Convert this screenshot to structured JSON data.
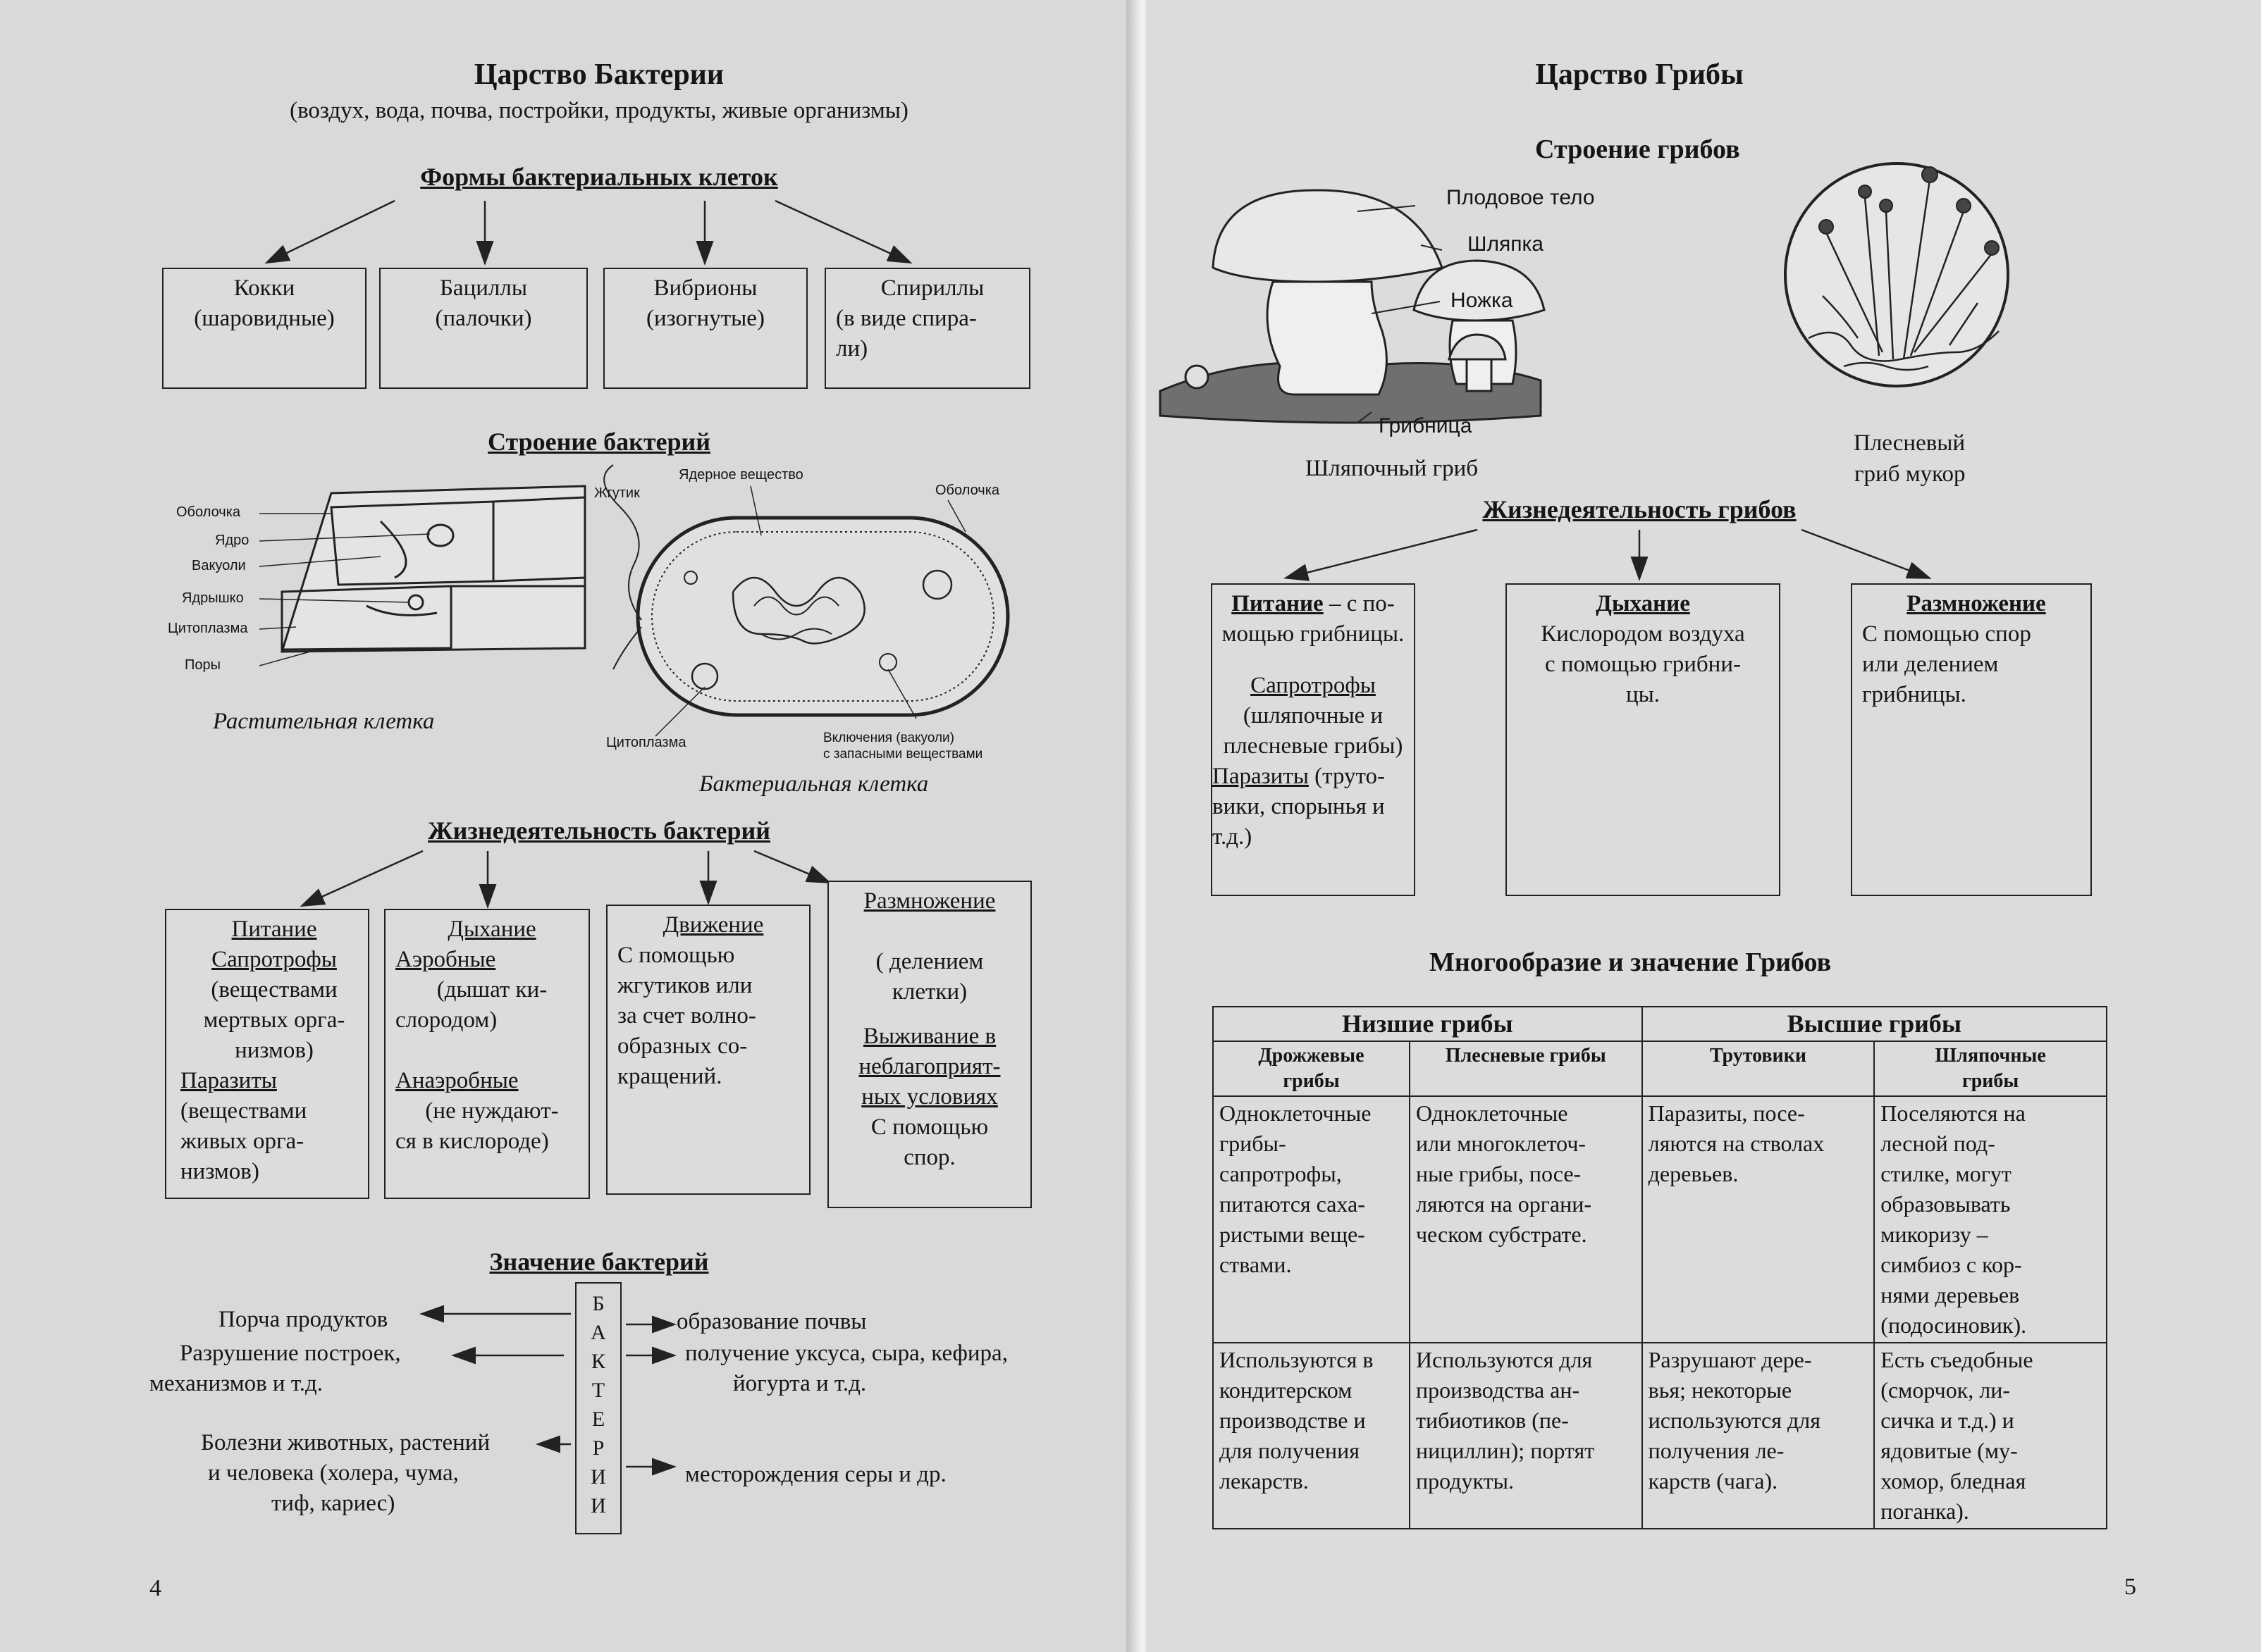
{
  "left": {
    "title": "Царство Бактерии",
    "subtitle": "(воздух, вода, почва, постройки, продукты, живые организмы)",
    "forms": {
      "heading": "Формы бактериальных клеток",
      "boxes": [
        {
          "l1": "Кокки",
          "l2": "(шаровидные)",
          "l3": ""
        },
        {
          "l1": "Бациллы",
          "l2": "(палочки)",
          "l3": ""
        },
        {
          "l1": "Вибрионы",
          "l2": "(изогнутые)",
          "l3": ""
        },
        {
          "l1": "Спириллы",
          "l2": "(в виде спира-",
          "l3": "ли)"
        }
      ]
    },
    "structure": {
      "heading": "Строение бактерий",
      "plant_labels": [
        "Оболочка",
        "Ядро",
        "Вакуоли",
        "Ядрышко",
        "Цитоплазма",
        "Поры"
      ],
      "plant_caption": "Растительная клетка",
      "bact_labels": {
        "flagellum": "Жгутик",
        "nuclear": "Ядерное вещество",
        "membrane": "Оболочка",
        "cytoplasm": "Цитоплазма",
        "incl1": "Включения (вакуоли)",
        "incl2": "с запасными веществами"
      },
      "bact_caption": "Бактериальная клетка"
    },
    "life": {
      "heading": "Жизнедеятельность бактерий",
      "nutrition": [
        "Питание",
        "Сапротрофы",
        "(веществами",
        "мертвых орга-",
        "низмов)",
        "Паразиты",
        "(веществами",
        "живых орга-",
        "низмов)"
      ],
      "respiration": [
        "Дыхание",
        "Аэробные",
        "(дышат ки-",
        "слородом)",
        "Анаэробные",
        "(не нуждают-",
        "ся в кислороде)"
      ],
      "movement": [
        "Движение",
        "С помощью",
        "жгутиков или",
        "за счет волно-",
        "образных со-",
        "кращений."
      ],
      "reproduction": [
        "Размножение",
        "( делением",
        "клетки)",
        "Выживание в",
        "неблагоприят-",
        "ных условиях",
        "С помощью",
        "спор."
      ]
    },
    "importance": {
      "heading": "Значение бактерий",
      "vertical": [
        "Б",
        "А",
        "К",
        "Т",
        "Е",
        "Р",
        "И",
        "И"
      ],
      "left_items": [
        "Порча продуктов",
        "Разрушение построек,",
        "механизмов и т.д.",
        "Болезни животных, растений",
        "и человека (холера, чума,",
        "тиф,  кариес)"
      ],
      "right_items": [
        "образование почвы",
        "получение уксуса, сыра, кефира,",
        "йогурта и т.д.",
        "месторождения серы и др."
      ]
    },
    "page_number": "4"
  },
  "right": {
    "title": "Царство Грибы",
    "structure": {
      "heading": "Строение грибов",
      "labels": [
        "Плодовое тело",
        "Шляпка",
        "Ножка",
        "Грибница"
      ],
      "caption_cap": "Шляпочный гриб",
      "caption_mold_1": "Плесневый",
      "caption_mold_2": "гриб мукор"
    },
    "life": {
      "heading": "Жизнедеятельность грибов",
      "nutrition": [
        "Питание",
        " – с по-",
        "мощью грибницы.",
        "Сапротрофы",
        "(шляпочные  и",
        "плесневые грибы)",
        "Паразиты",
        " (труто-",
        "вики, спорынья и",
        "т.д.)"
      ],
      "respiration": [
        "Дыхание",
        "Кислородом воздуха",
        "с помощью грибни-",
        "цы."
      ],
      "reproduction": [
        "Размножение",
        "С помощью спор",
        "или делением",
        "грибницы."
      ]
    },
    "variety": {
      "heading": "Многообразие и значение Грибов",
      "groups": [
        "Низшие грибы",
        "Высшие грибы"
      ],
      "columns": [
        [
          "Дрожжевые",
          "грибы"
        ],
        [
          "Плесневые грибы",
          ""
        ],
        [
          "Трутовики",
          ""
        ],
        [
          "Шляпочные",
          "грибы"
        ]
      ],
      "row1": [
        [
          "Одноклеточные",
          "грибы-",
          "сапротрофы,",
          "питаются саха-",
          "ристыми веще-",
          "ствами."
        ],
        [
          "Одноклеточные",
          "или многоклеточ-",
          "ные грибы, посе-",
          "ляются на органи-",
          "ческом субстрате."
        ],
        [
          "Паразиты, посе-",
          "ляются на стволах",
          "деревьев."
        ],
        [
          "Поселяются на",
          "лесной под-",
          "стилке, могут",
          "образовывать",
          "микоризу –",
          "симбиоз с кор-",
          "нями деревьев",
          "(подосиновик)."
        ]
      ],
      "row2": [
        [
          "Используются в",
          "кондитерском",
          "производстве и",
          "для получения",
          "лекарств."
        ],
        [
          "Используются для",
          "производства ан-",
          "тибиотиков (пе-",
          "нициллин); портят",
          "продукты."
        ],
        [
          "Разрушают дере-",
          "вья; некоторые",
          "используются для",
          "получения ле-",
          "карств (чага)."
        ],
        [
          "Есть съедобные",
          "(сморчок, ли-",
          "сичка и т.д.) и",
          "ядовитые (му-",
          "хомор, бледная",
          "поганка)."
        ]
      ]
    },
    "page_number": "5"
  }
}
